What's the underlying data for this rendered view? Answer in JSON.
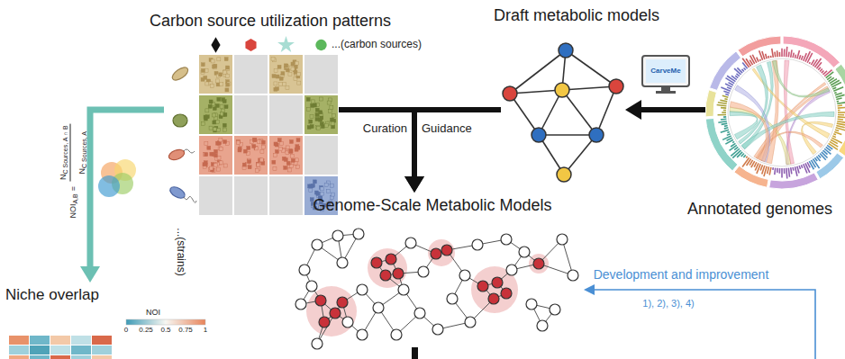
{
  "diagram": {
    "nodes": [
      {
        "text": [
          "Carbon source utilization patterns"
        ]
      },
      {
        "text": [
          "Draft metabolic models"
        ]
      },
      {
        "text": [
          "Annotated genomes"
        ]
      },
      {
        "text": [
          "Genome-Scale Metabolic Models"
        ]
      },
      {
        "text": [
          "Niche overlap"
        ]
      }
    ],
    "edges": [
      {
        "from": 2,
        "to": 1,
        "arrow": "to"
      },
      {
        "from": 0,
        "to": 3,
        "label": "Curation",
        "arrow": "to"
      },
      {
        "from": 1,
        "to": 3,
        "label": "Guidance",
        "arrow": "to"
      },
      {
        "from": 0,
        "to": 4,
        "arrow": "to"
      }
    ],
    "labels": [
      "...(carbon sources)",
      "...(strains)",
      "NOI",
      "A,B",
      "=",
      "N",
      "C Sources, A ∩ B",
      "N",
      "C Sources, A",
      "CarveMe",
      "NOI",
      "0",
      "0.25",
      "0.5",
      "0.75",
      "1",
      "Development and improvement",
      "1), 2), 3), 4)"
    ]
  }
}
